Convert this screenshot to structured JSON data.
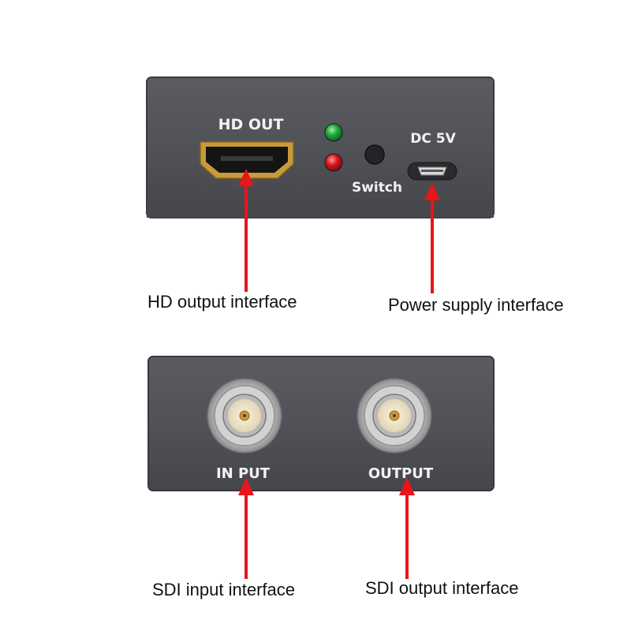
{
  "colors": {
    "panel": "#505257",
    "panel_edge": "#3a3b3f",
    "arrow": "#e8151b",
    "led_green": "#1fa83a",
    "led_red": "#d6161c",
    "port_gold": "#c99a3c",
    "callout_text": "#111111",
    "panel_text": "#f2f2f2"
  },
  "top_panel": {
    "hdmi_label": "HD  OUT",
    "dc_label": "DC 5V",
    "switch_label": "Switch",
    "icons": [
      "hdmi-port-icon",
      "led-green-icon",
      "led-red-icon",
      "push-button-icon",
      "micro-usb-port-icon"
    ]
  },
  "bottom_panel": {
    "input_label": "IN PUT",
    "output_label": "OUTPUT",
    "icons": [
      "bnc-connector-icon",
      "bnc-connector-icon"
    ]
  },
  "callouts": {
    "hd_output": "HD output interface",
    "power_supply": "Power supply interface",
    "sdi_input": "SDI input interface",
    "sdi_output": "SDI output interface"
  }
}
